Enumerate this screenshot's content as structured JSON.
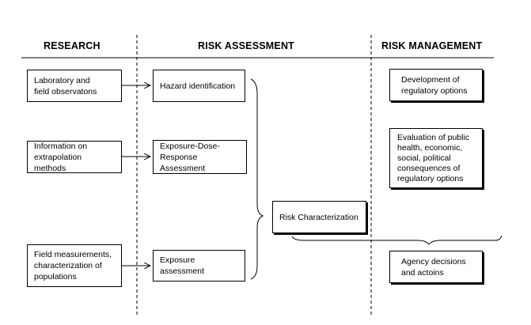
{
  "headers": {
    "research": "RESEARCH",
    "risk_assessment": "RISK ASSESSMENT",
    "risk_management": "RISK MANAGEMENT"
  },
  "research": {
    "lab_field": "Laboratory and\nfield observatons",
    "extrapolation": "Information on\nextrapolation methods",
    "field_measurements": "Field measurements,\ncharacterization of\npopulations"
  },
  "assessment": {
    "hazard": "Hazard identification",
    "dose_response": "Exposure-Dose-\nResponse Assessment",
    "exposure": "Exposure assessment",
    "characterization": "Risk Characterization"
  },
  "management": {
    "regulatory_options": "Development of\nregulatory options",
    "evaluation": "Evaluation of public\nhealth, economic,\nsocial, political\nconsequences of\nregulatory options",
    "agency_decisions": "Agency decisions\nand actoins"
  }
}
